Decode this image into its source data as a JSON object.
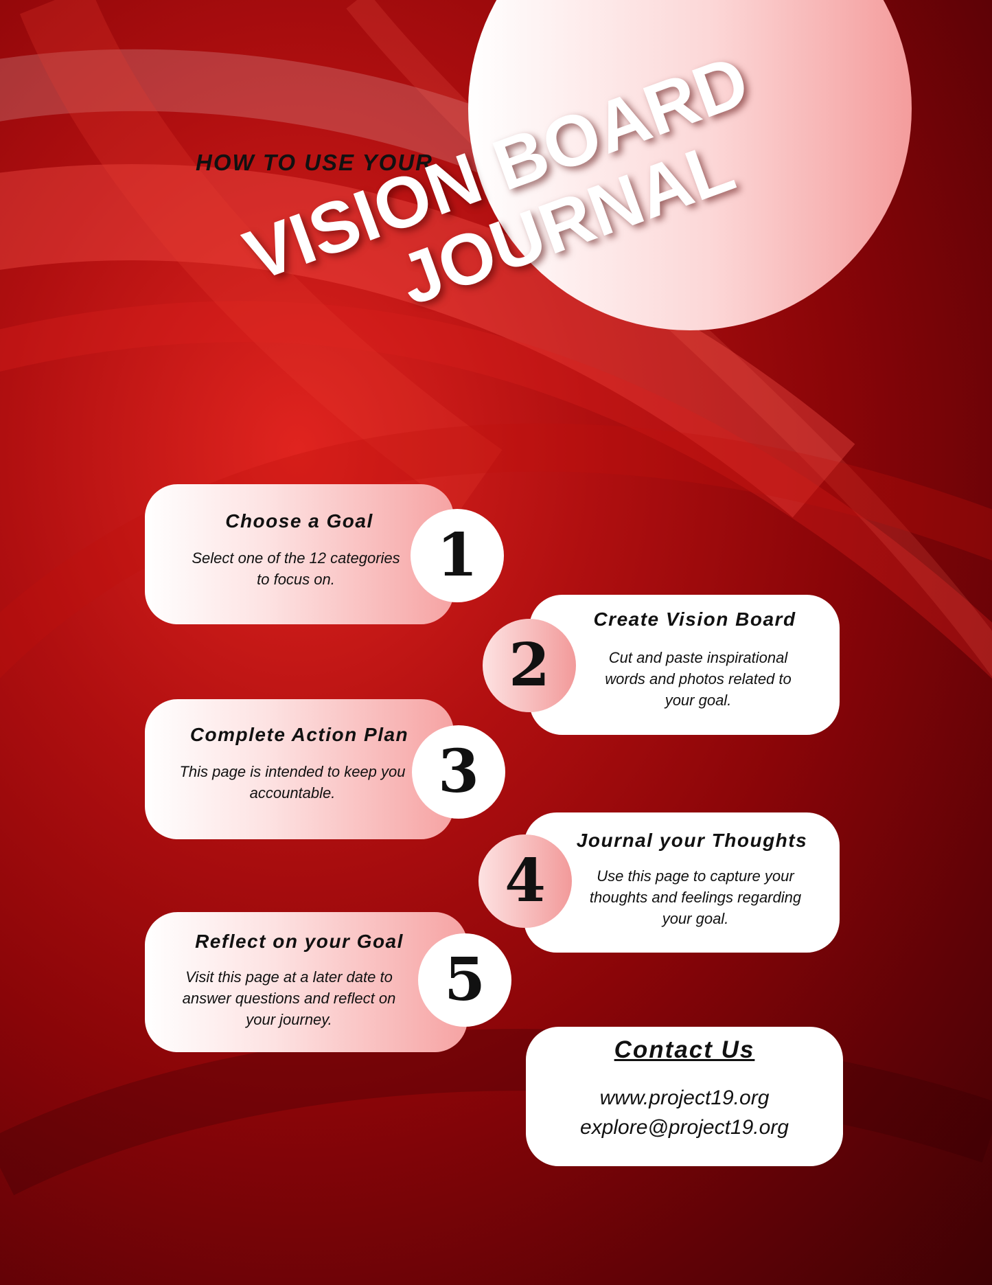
{
  "header": {
    "subtitle": "HOW TO USE YOUR",
    "title_line1": "VISION BOARD",
    "title_line2": "JOURNAL"
  },
  "steps": [
    {
      "number": "1",
      "title": "Choose a Goal",
      "description": "Select one of the 12 categories to focus on."
    },
    {
      "number": "2",
      "title": "Create Vision Board",
      "description": "Cut and paste inspirational words and photos related to your goal."
    },
    {
      "number": "3",
      "title": "Complete Action Plan",
      "description": "This page is intended to keep you accountable."
    },
    {
      "number": "4",
      "title": "Journal your Thoughts",
      "description": "Use this page to capture your thoughts and feelings regarding your goal."
    },
    {
      "number": "5",
      "title": "Reflect on your Goal",
      "description": "Visit this page at a later date to answer questions and reflect on your journey."
    }
  ],
  "contact": {
    "title": "Contact Us",
    "website": "www.project19.org",
    "email": "explore@project19.org"
  },
  "colors": {
    "background": "#8a0508",
    "accent_pink": "#f6a3a3",
    "text": "#111111"
  }
}
